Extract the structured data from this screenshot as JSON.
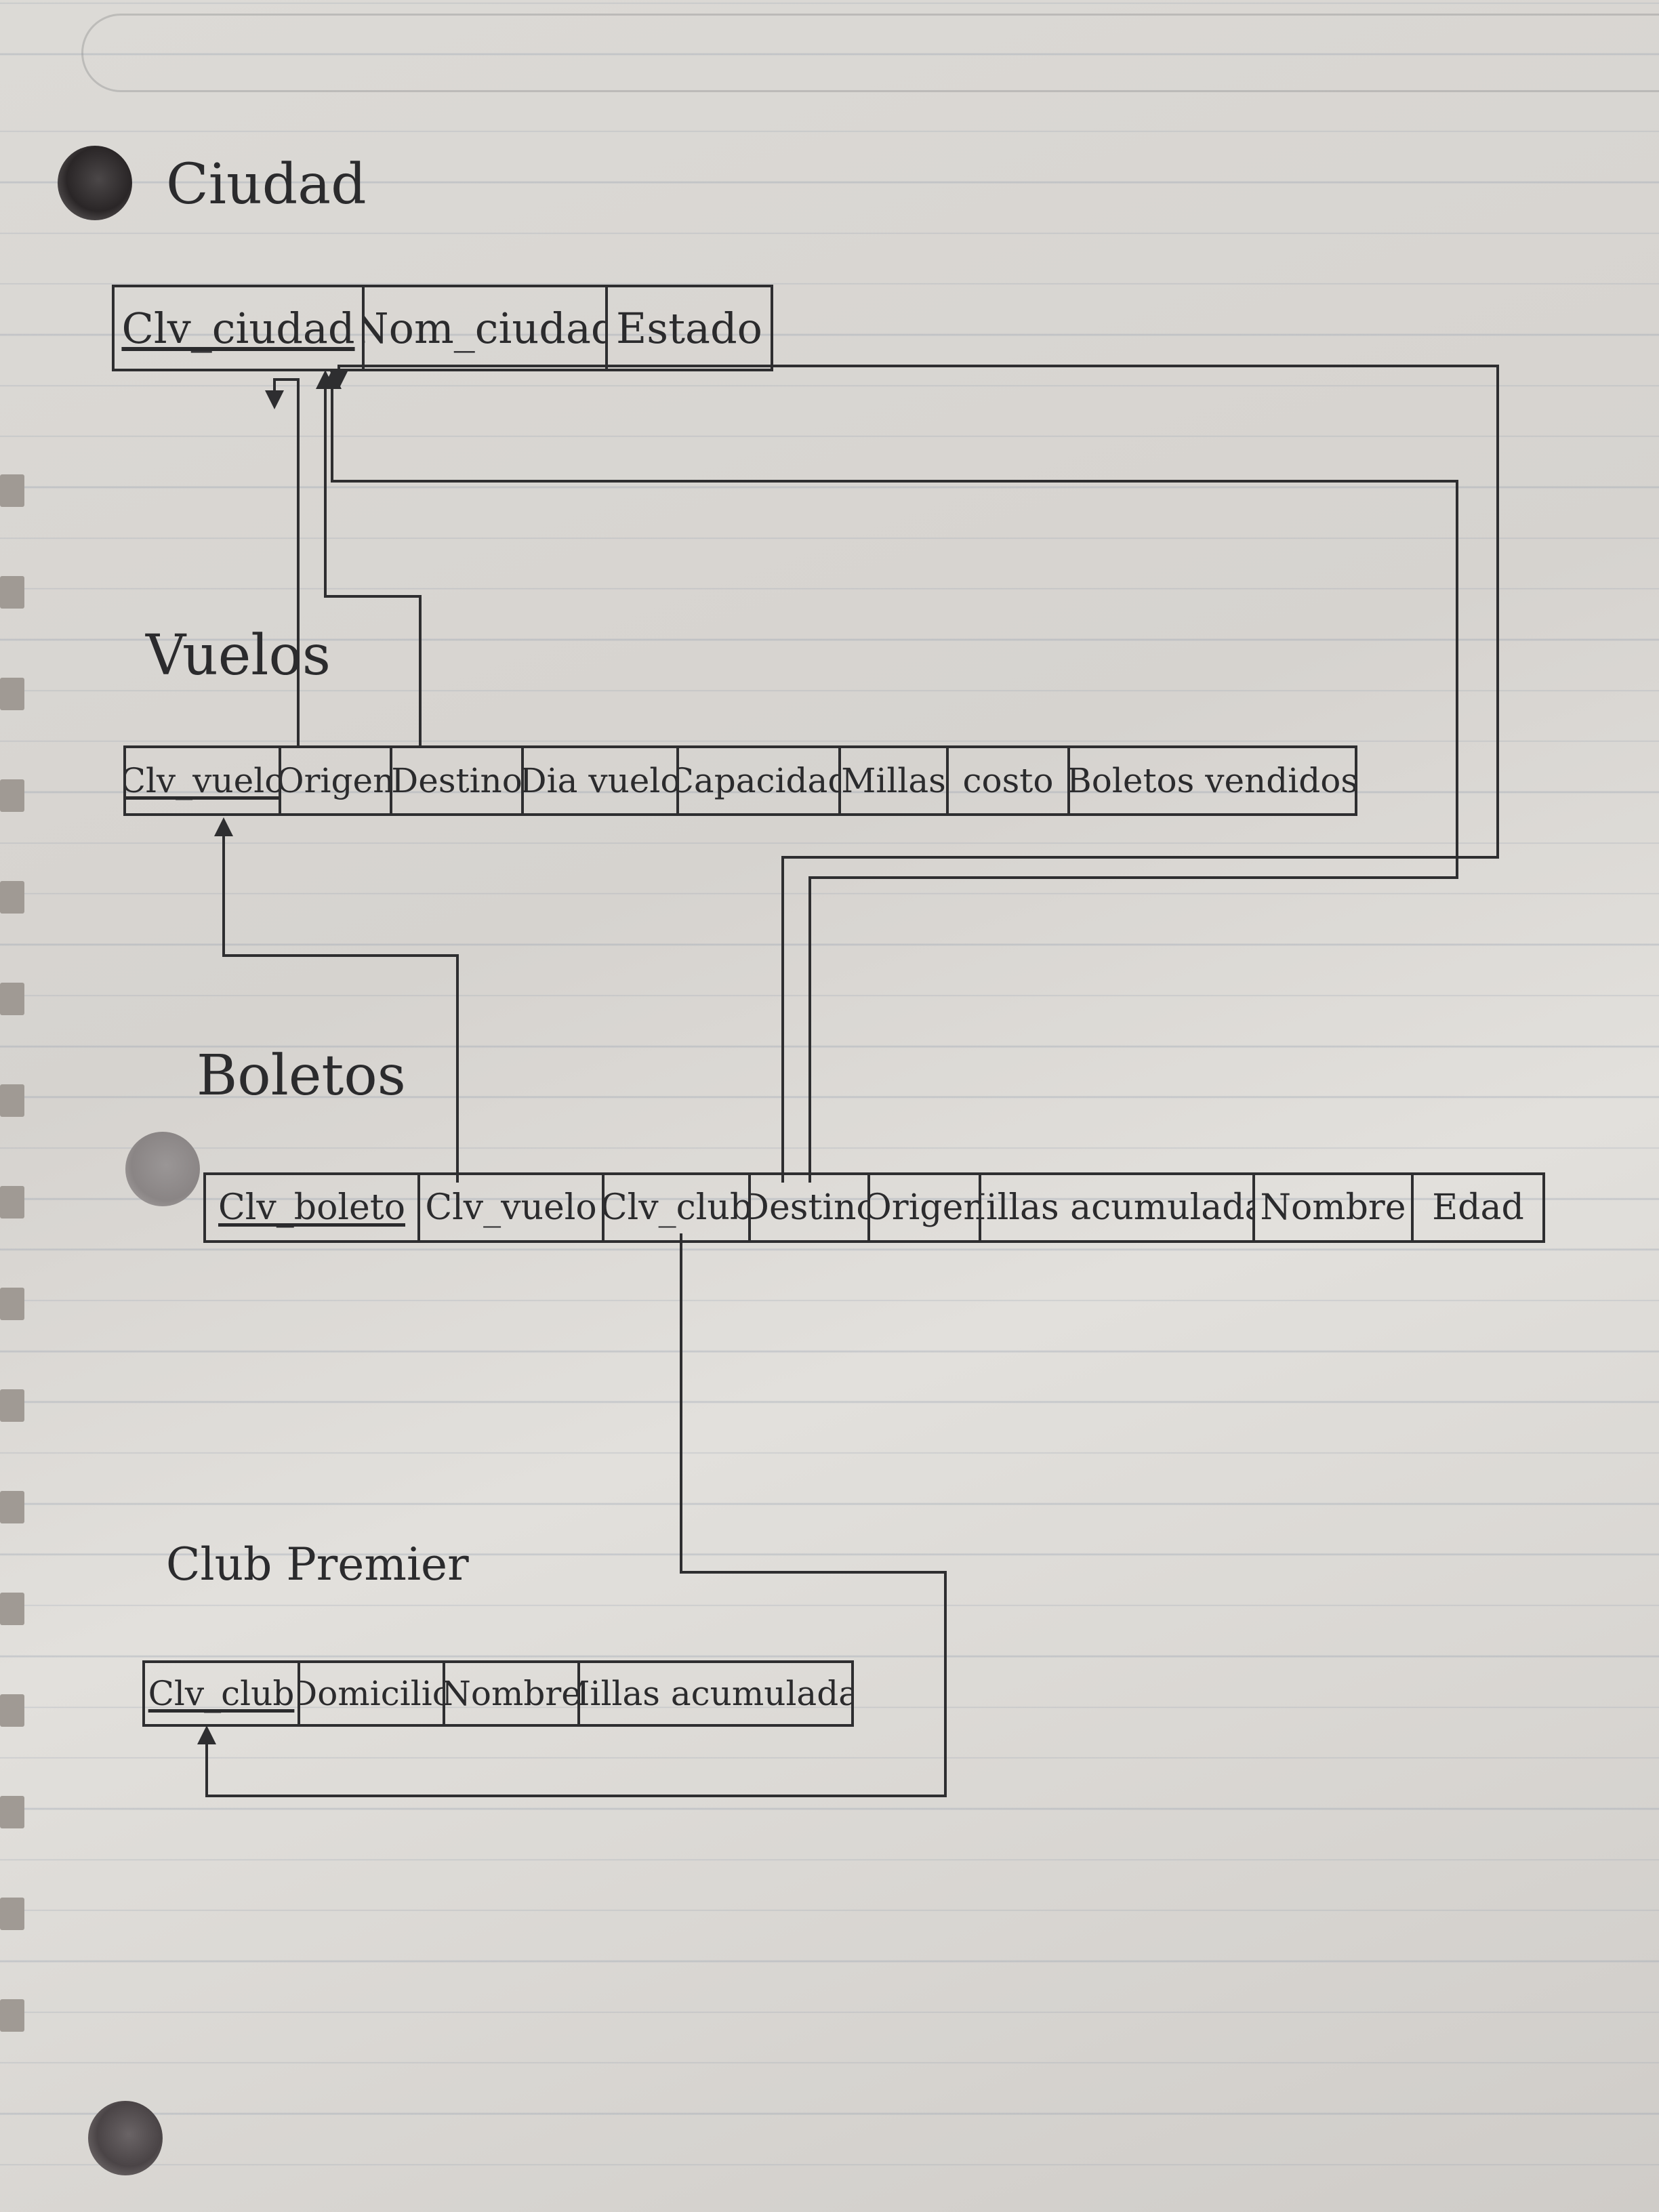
{
  "colors": {
    "ink": "#2e2e30",
    "paper": "#d9d7d3"
  },
  "tables": {
    "ciudad": {
      "title": "Ciudad",
      "columns": [
        {
          "label": "Clv_ciudad",
          "pk": true
        },
        {
          "label": "Nom_ciudad",
          "pk": false
        },
        {
          "label": "Estado",
          "pk": false
        }
      ]
    },
    "vuelos": {
      "title": "Vuelos",
      "columns": [
        {
          "label": "Clv_vuelo",
          "pk": true
        },
        {
          "label": "Origen",
          "pk": false
        },
        {
          "label": "Destino",
          "pk": false
        },
        {
          "label": "Dia vuelo",
          "pk": false
        },
        {
          "label": "Capacidad",
          "pk": false
        },
        {
          "label": "Millas",
          "pk": false
        },
        {
          "label": "costo",
          "pk": false
        },
        {
          "label": "Boletos vendidos",
          "pk": false
        }
      ]
    },
    "boletos": {
      "title": "Boletos",
      "columns": [
        {
          "label": "Clv_boleto",
          "pk": true
        },
        {
          "label": "Clv_vuelo",
          "pk": false
        },
        {
          "label": "Clv_club",
          "pk": false
        },
        {
          "label": "Destino",
          "pk": false
        },
        {
          "label": "Origen",
          "pk": false
        },
        {
          "label": "Millas acumuladas",
          "pk": false
        },
        {
          "label": "Nombre",
          "pk": false
        },
        {
          "label": "Edad",
          "pk": false
        }
      ]
    },
    "club": {
      "title": "Club Premier",
      "columns": [
        {
          "label": "Clv_club",
          "pk": true
        },
        {
          "label": "Domicilio",
          "pk": false
        },
        {
          "label": "Nombre",
          "pk": false
        },
        {
          "label": "Millas acumuladas",
          "pk": false
        }
      ]
    }
  }
}
